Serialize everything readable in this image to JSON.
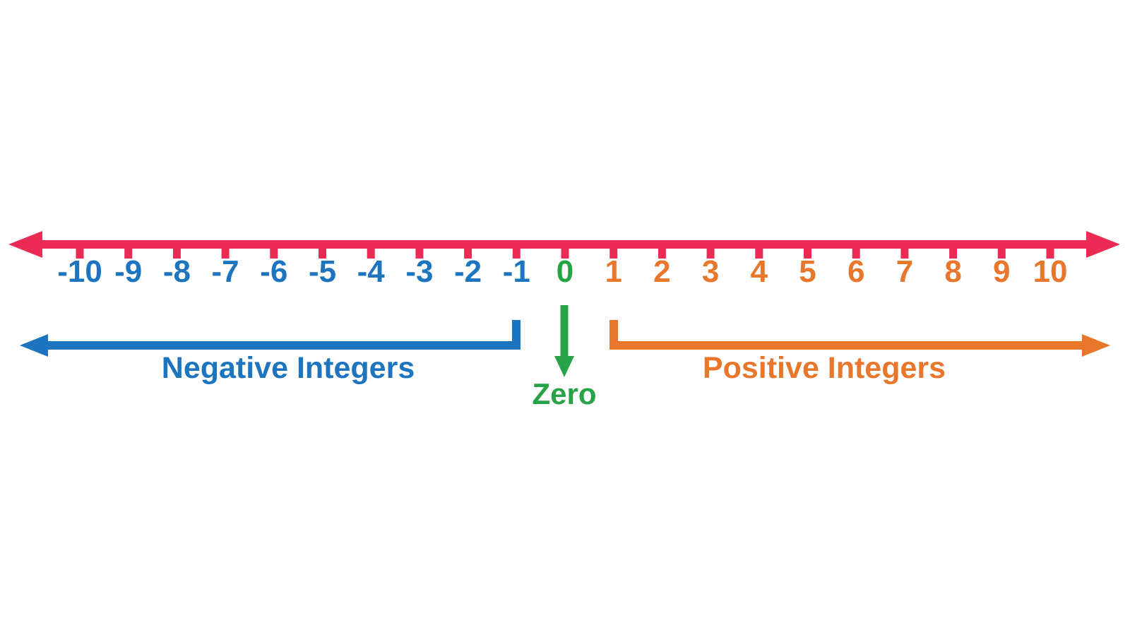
{
  "colors": {
    "background": "#FFFFFF",
    "red": "#EC2B54",
    "blue": "#1C75BE",
    "green": "#27A347",
    "orange": "#E8772C"
  },
  "number_line": {
    "labels": [
      "-10",
      "-9",
      "-8",
      "-7",
      "-6",
      "-5",
      "-4",
      "-3",
      "-2",
      "-1",
      "0",
      "1",
      "2",
      "3",
      "4",
      "5",
      "6",
      "7",
      "8",
      "9",
      "10"
    ]
  },
  "annotations": {
    "negative": {
      "label": "Negative Integers"
    },
    "zero": {
      "label": "Zero"
    },
    "positive": {
      "label": "Positive Integers"
    }
  }
}
